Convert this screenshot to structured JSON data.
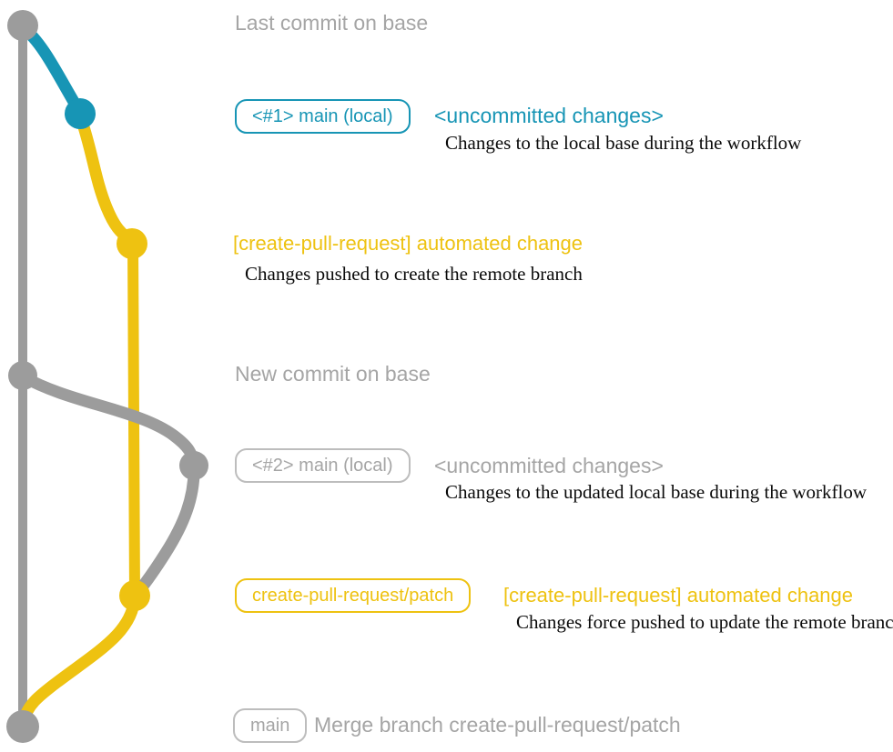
{
  "colors": {
    "base_gray": "#9c9c9c",
    "label_gray": "#a5a5a5",
    "border_gray": "#bdbdbd",
    "branch_blue": "#1795b5",
    "branch_yellow": "#eec211",
    "text_black": "#0a0a0a"
  },
  "rows": {
    "last_commit": {
      "label": "Last commit on base"
    },
    "row1": {
      "badge": "<#1> main (local)",
      "status": "<uncommitted changes>",
      "description": "Changes to the local base during the workflow"
    },
    "row2": {
      "title": "[create-pull-request] automated change",
      "description": "Changes pushed to create the remote branch"
    },
    "new_commit": {
      "label": "New commit on base"
    },
    "row3": {
      "badge": "<#2> main (local)",
      "status": "<uncommitted changes>",
      "description": "Changes to the updated local base during the workflow"
    },
    "row4": {
      "badge": "create-pull-request/patch",
      "title": "[create-pull-request] automated change",
      "description": "Changes force pushed to update the remote branch"
    },
    "merge": {
      "badge": "main",
      "label": "Merge branch create-pull-request/patch"
    }
  }
}
